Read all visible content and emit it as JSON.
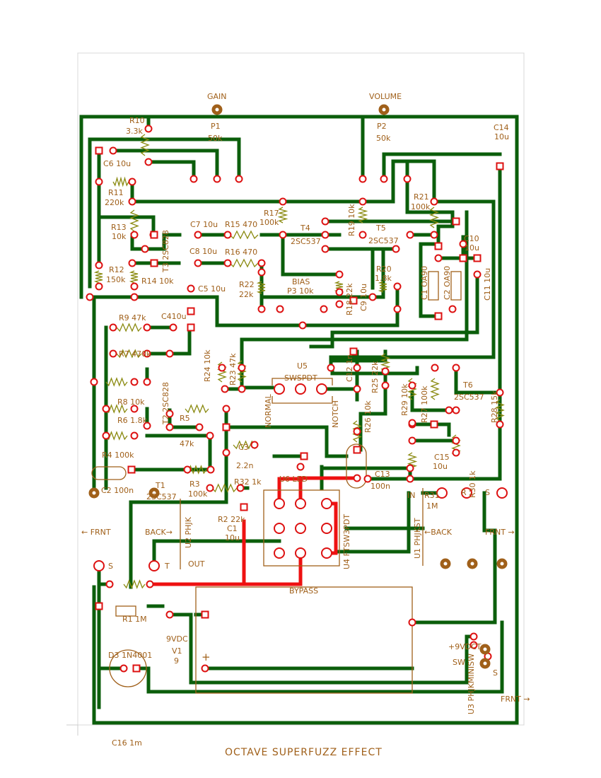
{
  "title": "OCTAVE SUPERFUZZ EFFECT",
  "colors": {
    "trace": "#0b5e0b",
    "jumper": "#ee1111",
    "silkscreen": "#a0601a",
    "pad": "#dd1111"
  },
  "controls": {
    "gain": "GAIN",
    "volume": "VOLUME"
  },
  "labels": {
    "r10": "R10",
    "r10v": "3.3k",
    "p1": "P1",
    "p1v": "50k",
    "p2": "P2",
    "p2v": "50k",
    "c6": "C6 10u",
    "r11": "R11",
    "r11v": "220k",
    "r13": "R13",
    "r13v": "10k",
    "t3": "T3 2SC828",
    "c7": "C7 10u",
    "r15": "R15 470",
    "r17": "R17",
    "r17v": "100k",
    "t4": "T4",
    "t4v": "2SC537",
    "c8": "C8 10u",
    "r16": "R16 470",
    "r12": "R12",
    "r12v": "150k",
    "r14": "R14 10k",
    "c5": "C5 10u",
    "r22": "R22",
    "r22v": "22k",
    "bias": "BIAS",
    "p3": "P3 10k",
    "c14": "C14",
    "c14v": "10u",
    "r21": "R21",
    "r21v": "100k",
    "r19": "R19 10k",
    "t5": "T5",
    "t5v": "2SC537",
    "r20": "R20",
    "r20v": "1.8k",
    "r18": "R18 22k",
    "c9": "C9 10u",
    "d1": "C1 OA90",
    "d2": "C2 OA90",
    "c10": "C10",
    "c10v": "10u",
    "c11": "C11 10u",
    "r9": "R9 47k",
    "c4": "C410u",
    "r7": "R7 470k",
    "r8": "R8 10k",
    "r6": "R6 1.8k",
    "r4": "R4 100k",
    "c2": "C2 100n",
    "t1": "T1",
    "t1v": "2SC537",
    "r3": "R3",
    "r3v": "100k",
    "r2": "R2 22k",
    "t2": "T2 2SC828",
    "r5": "R5",
    "r5v": "47k",
    "c3": "C3",
    "c3v": "2.2n",
    "r32": "R32 1k",
    "u6": "U6 LED",
    "r24": "R24 10k",
    "r23": "R23 47k",
    "u5": "U5",
    "u5v": "SWSPDT",
    "normal": "NORMAL",
    "notch": "NOTCH",
    "c12": "C12 1n",
    "r25": "R25 22k",
    "r26": "R26 10k",
    "c13": "C13",
    "c13v": "100n",
    "r29": "R29 10k",
    "r27": "R27 100k",
    "t6": "T6",
    "t6v": "2SC537",
    "r28": "R28 15k",
    "c15": "C15",
    "c15v": "10u",
    "r30": "R30 1k",
    "r31": "R31",
    "r31v": "1M",
    "frnt_l": "← FRNT",
    "back_l": "BACK→",
    "u2": "U2 PHJK",
    "c1": "C1",
    "c1v": "10u",
    "s_l": "S",
    "t_l": "T",
    "out": "OUT",
    "r1": "R1 1M",
    "d3": "D3 1N4001",
    "v9vdc": "9VDC",
    "v1": "V1",
    "v1v": "9",
    "plus": "+",
    "bypass": "BYPASS",
    "u4": "U4 FTSW3PDT",
    "u1": "U1 PHJKST",
    "in": "IN",
    "r_r": "R",
    "s_r": "S",
    "back_r": "←BACK",
    "frnt_r": "FRNT →",
    "p9vdct": "+9VDCT",
    "sw": "SW",
    "s_u3": "S",
    "u3": "U3 PHJKMINISW",
    "frnt_b": "FRNT →",
    "c16": "C16 1m"
  }
}
